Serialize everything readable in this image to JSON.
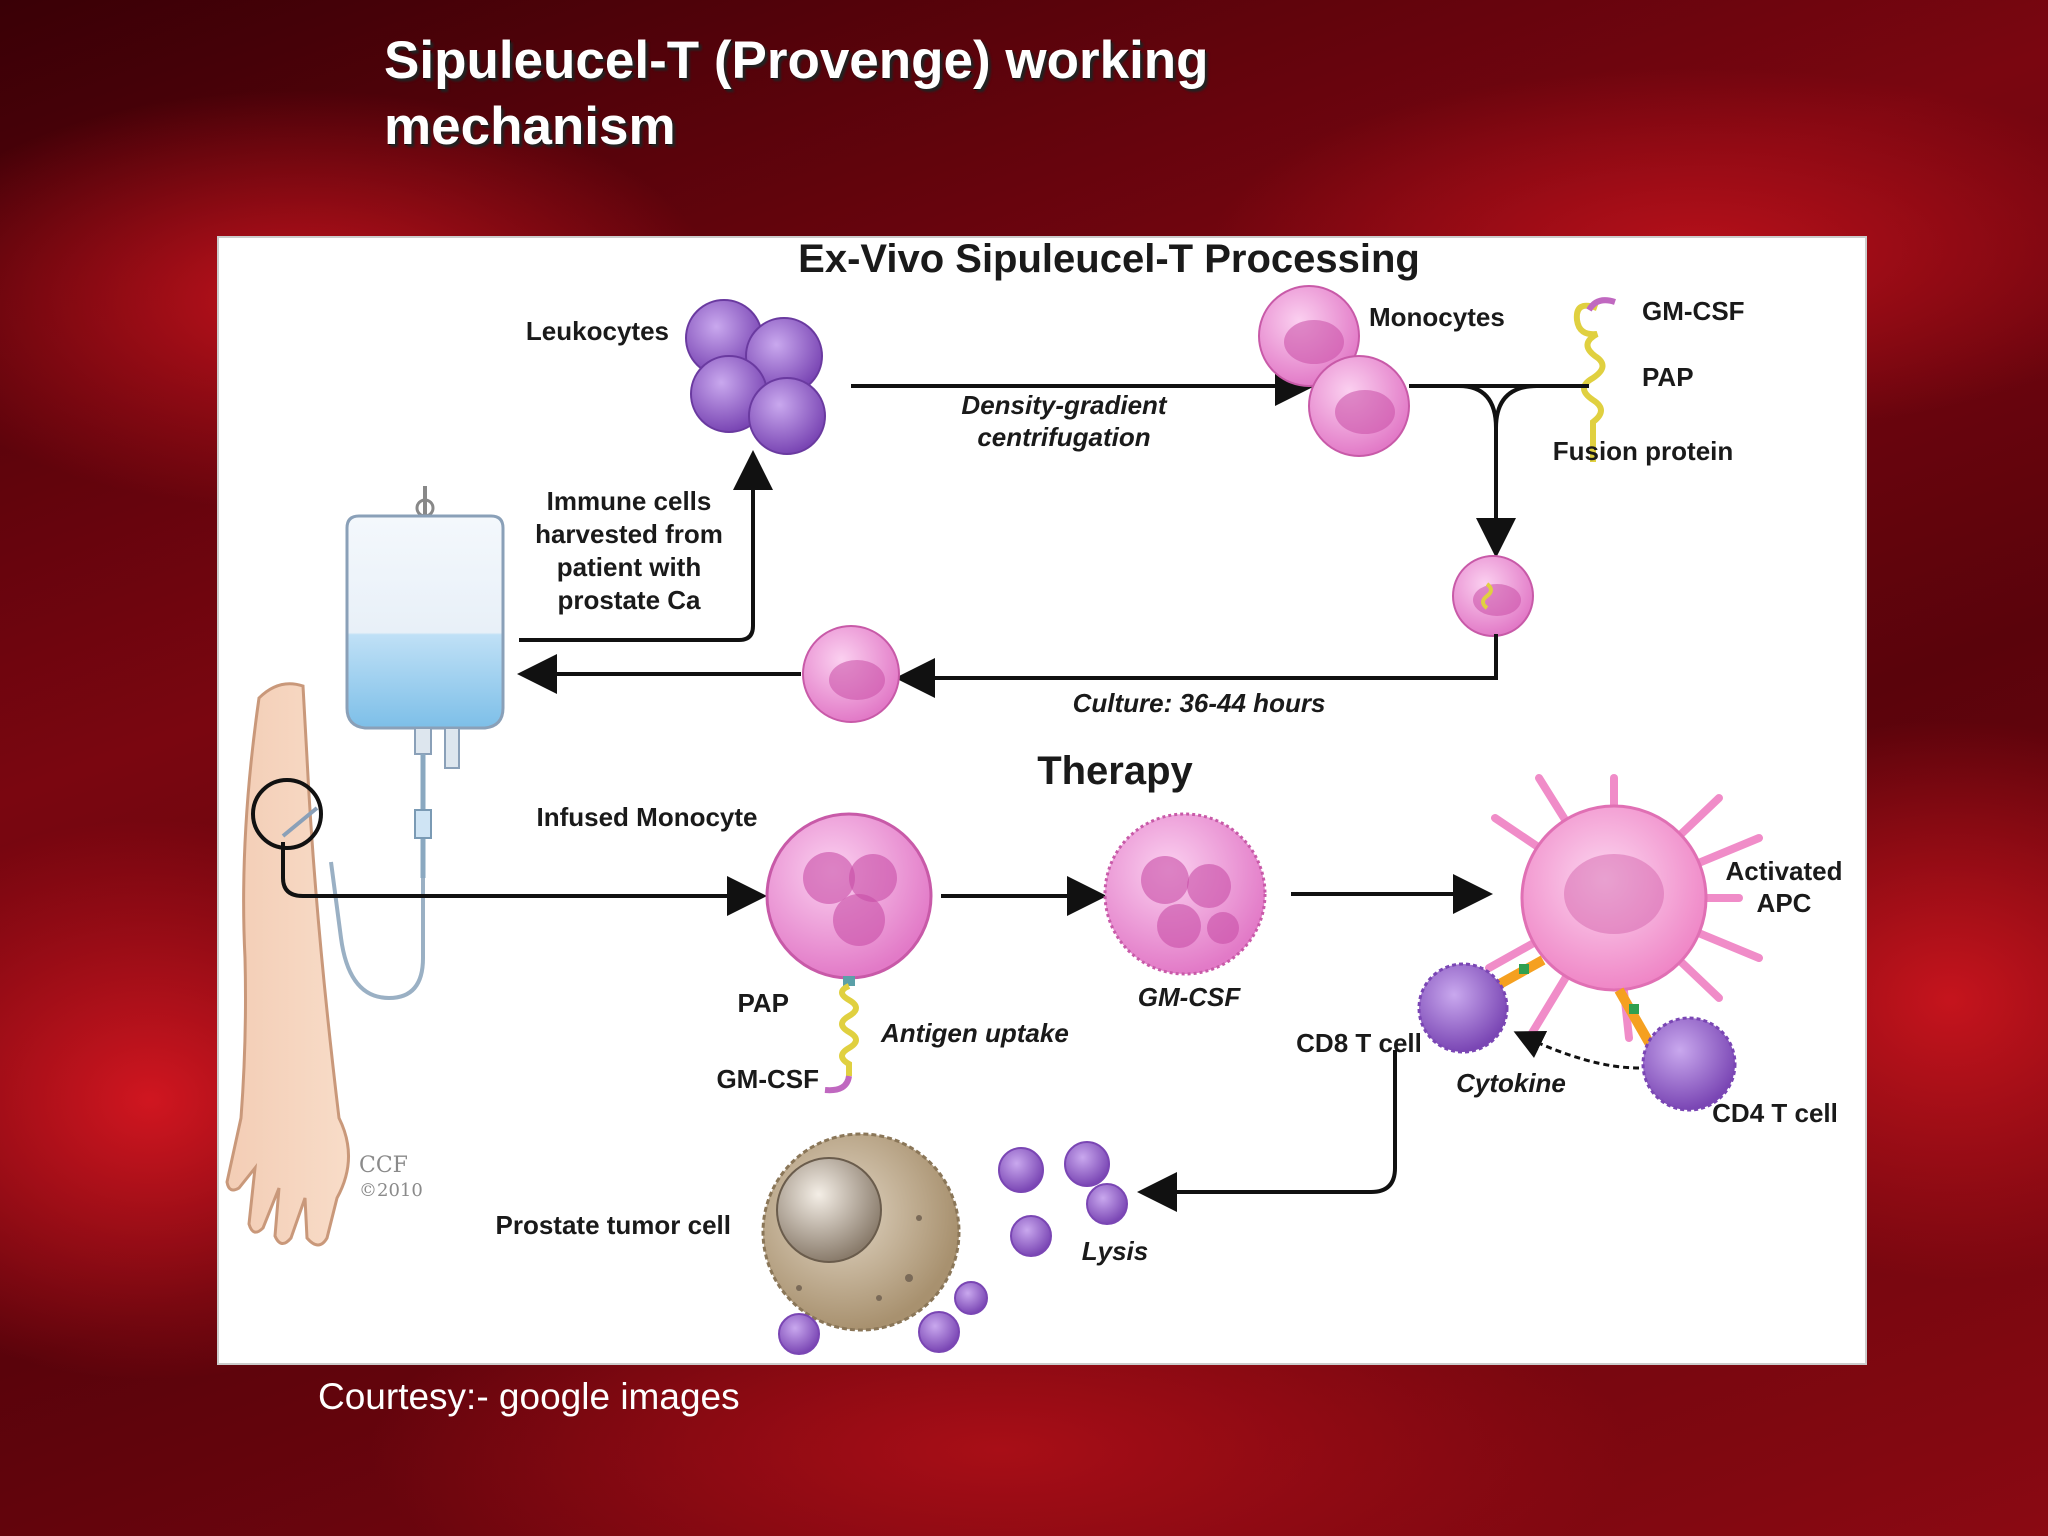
{
  "slide": {
    "title_line1": "Sipuleucel-T (Provenge) working",
    "title_line2": "mechanism",
    "courtesy": "Courtesy:- google images"
  },
  "diagram": {
    "heading_processing": "Ex-Vivo Sipuleucel-T Processing",
    "heading_therapy": "Therapy",
    "leukocytes": "Leukocytes",
    "density_line1": "Density-gradient",
    "density_line2": "centrifugation",
    "monocytes": "Monocytes",
    "gm_csf": "GM-CSF",
    "pap": "PAP",
    "fusion_protein": "Fusion protein",
    "immune_line1": "Immune cells",
    "immune_line2": "harvested from",
    "immune_line3": "patient with",
    "immune_line4": "prostate Ca",
    "culture": "Culture: 36-44 hours",
    "infused_monocyte": "Infused Monocyte",
    "gm_csf_italic": "GM-CSF",
    "activated_line1": "Activated",
    "activated_line2": "APC",
    "pap2": "PAP",
    "antigen_uptake": "Antigen uptake",
    "gm_csf3": "GM-CSF",
    "cd8": "CD8 T cell",
    "cytokine": "Cytokine",
    "cd4": "CD4 T cell",
    "ccf": "CCF",
    "ccf_year": "©2010",
    "prostate_tumor": "Prostate tumor cell",
    "lysis": "Lysis"
  },
  "colors": {
    "cell_purple": "#8a5cc0",
    "cell_pink": "#e07ac8",
    "apc_pink": "#f08cc8",
    "tumor_tan": "#b8a58a",
    "arrow": "#111111"
  }
}
